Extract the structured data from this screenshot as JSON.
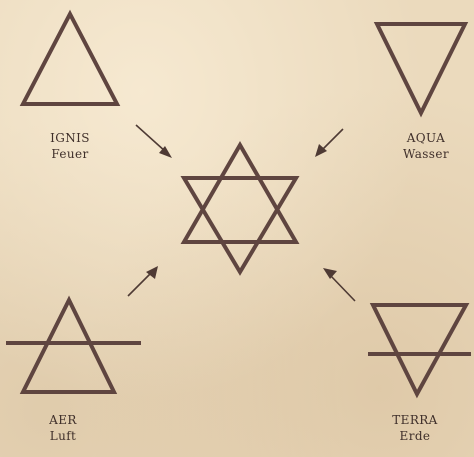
{
  "elements": [
    {
      "id": "ignis",
      "latin": "IGNIS",
      "german": "Feuer",
      "symbol": "triangle-up-icon"
    },
    {
      "id": "aqua",
      "latin": "AQUA",
      "german": "Wasser",
      "symbol": "triangle-down-icon"
    },
    {
      "id": "aer",
      "latin": "AER",
      "german": "Luft",
      "symbol": "triangle-up-bar-icon"
    },
    {
      "id": "terra",
      "latin": "TERRA",
      "german": "Erde",
      "symbol": "triangle-down-bar-icon"
    }
  ],
  "center_symbol": "hexagram-icon",
  "colors": {
    "paper": "#ebdabd",
    "ink": "#5f4540",
    "text": "#3f2f2a"
  }
}
